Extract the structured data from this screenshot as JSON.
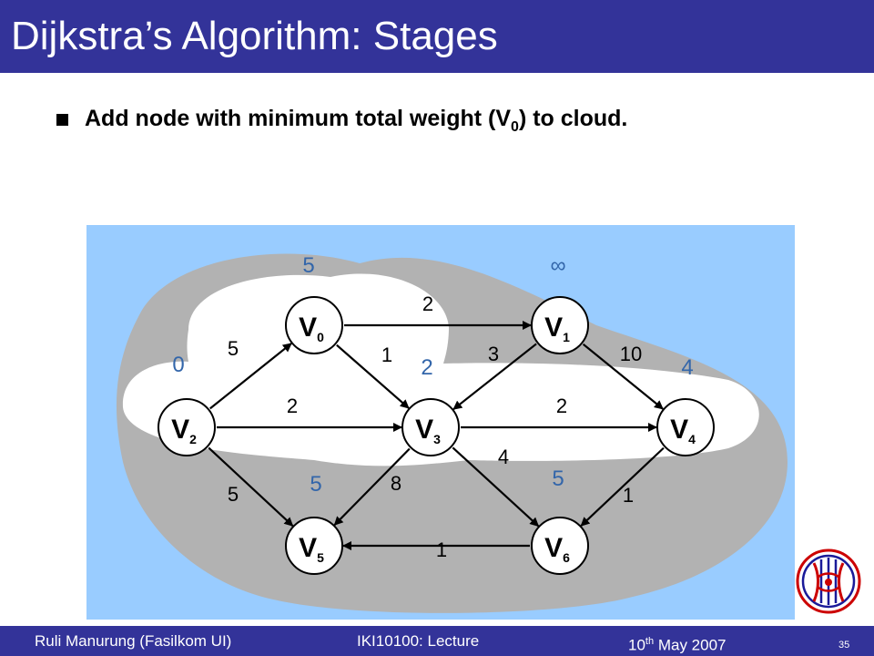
{
  "slide": {
    "title": "Dijkstra’s Algorithm: Stages",
    "bullet": {
      "before": "Add node with minimum total weight (V",
      "sub": "0",
      "after": ") to cloud."
    }
  },
  "graph": {
    "nodes": [
      {
        "id": "V0",
        "letter": "V",
        "sub": "0",
        "distance": "5"
      },
      {
        "id": "V1",
        "letter": "V",
        "sub": "1",
        "distance": "∞"
      },
      {
        "id": "V2",
        "letter": "V",
        "sub": "2",
        "distance": "0"
      },
      {
        "id": "V3",
        "letter": "V",
        "sub": "3",
        "distance": "2"
      },
      {
        "id": "V4",
        "letter": "V",
        "sub": "4",
        "distance": "4"
      },
      {
        "id": "V5",
        "letter": "V",
        "sub": "5",
        "distance": "5"
      },
      {
        "id": "V6",
        "letter": "V",
        "sub": "6",
        "distance": "5"
      }
    ],
    "edges": [
      {
        "from": "V0",
        "to": "V1",
        "weight": "2"
      },
      {
        "from": "V0",
        "to": "V3",
        "weight": "1"
      },
      {
        "from": "V1",
        "to": "V3",
        "weight": "3"
      },
      {
        "from": "V1",
        "to": "V4",
        "weight": "10"
      },
      {
        "from": "V2",
        "to": "V0",
        "weight": "5"
      },
      {
        "from": "V2",
        "to": "V3",
        "weight": "2"
      },
      {
        "from": "V2",
        "to": "V5",
        "weight": "5"
      },
      {
        "from": "V3",
        "to": "V4",
        "weight": "2"
      },
      {
        "from": "V3",
        "to": "V6",
        "weight": "4"
      },
      {
        "from": "V3",
        "to": "V5",
        "weight": "8"
      },
      {
        "from": "V4",
        "to": "V6",
        "weight": "1"
      },
      {
        "from": "V6",
        "to": "V5",
        "weight": "1"
      }
    ],
    "colors": {
      "panel": "#99ccff",
      "outer_cloud": "#b2b2b2",
      "inner_cloud": "#ffffff",
      "distance_label": "#3366aa",
      "node_fill": "#ffffff",
      "edge": "#000000"
    }
  },
  "footer": {
    "author": "Ruli Manurung (Fasilkom UI)",
    "course": "IKI10100: Lecture",
    "date_day": "10",
    "date_suffix": "th",
    "date_rest": " May 2007",
    "page_number": "35"
  },
  "logo": {
    "icon": "university-seal-icon",
    "colors": [
      "#cc0000",
      "#1a1a99"
    ]
  }
}
